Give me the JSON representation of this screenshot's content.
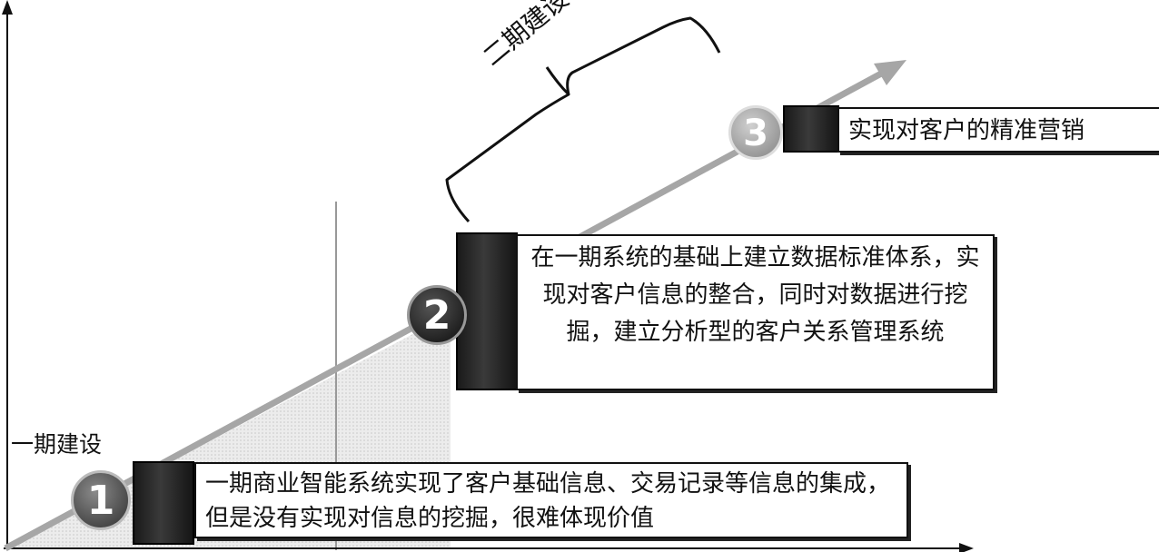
{
  "phase1_label": "一期建设",
  "phase2_label": "二期建设",
  "steps": [
    {
      "number": "1",
      "text": "一期商业智能系统实现了客户基础信息、交易记录等信息的集成，但是没有实现对信息的挖掘，很难体现价值"
    },
    {
      "number": "2",
      "text": "在一期系统的基础上建立数据标准体系，实现对客户信息的整合，同时对数据进行挖掘，建立分析型的客户关系管理系统"
    },
    {
      "number": "3",
      "text": "实现对客户的精准营销"
    }
  ],
  "colors": {
    "arrow": "#a6a6a6",
    "axis": "#111111",
    "shade": "#e2e2e2"
  }
}
